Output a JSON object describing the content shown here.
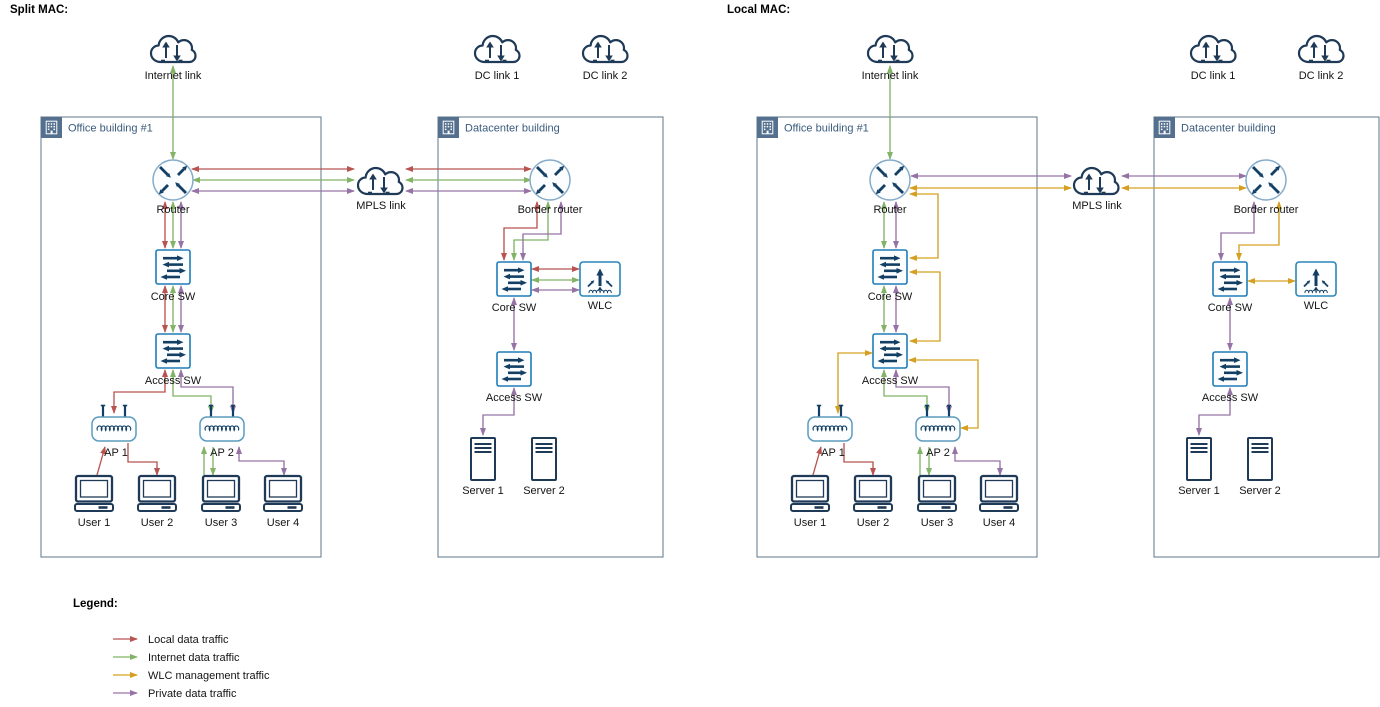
{
  "diagrams": [
    {
      "heading": "Split MAC:",
      "clouds": {
        "internet": "Internet link",
        "mpls": "MPLS link",
        "dc1": "DC link 1",
        "dc2": "DC link 2"
      },
      "office": {
        "title": "Office building #1",
        "router": "Router",
        "core_sw": "Core SW",
        "access_sw": "Access SW",
        "ap1": "AP 1",
        "ap2": "AP 2",
        "users": [
          "User 1",
          "User 2",
          "User 3",
          "User 4"
        ]
      },
      "datacenter": {
        "title": "Datacenter building",
        "border_router": "Border router",
        "core_sw": "Core SW",
        "wlc": "WLC",
        "access_sw": "Access SW",
        "servers": [
          "Server 1",
          "Server 2"
        ]
      }
    },
    {
      "heading": "Local MAC:",
      "clouds": {
        "internet": "Internet link",
        "mpls": "MPLS link",
        "dc1": "DC link 1",
        "dc2": "DC link 2"
      },
      "office": {
        "title": "Office building #1",
        "router": "Router",
        "core_sw": "Core SW",
        "access_sw": "Access SW",
        "ap1": "AP 1",
        "ap2": "AP 2",
        "users": [
          "User 1",
          "User 2",
          "User 3",
          "User 4"
        ]
      },
      "datacenter": {
        "title": "Datacenter building",
        "border_router": "Border router",
        "core_sw": "Core SW",
        "wlc": "WLC",
        "access_sw": "Access SW",
        "servers": [
          "Server 1",
          "Server 2"
        ]
      }
    }
  ],
  "legend": {
    "heading": "Legend:",
    "items": [
      {
        "label": "Local data traffic",
        "color": "#b85450"
      },
      {
        "label": "Internet data traffic",
        "color": "#82b366"
      },
      {
        "label": "WLC management traffic",
        "color": "#d5a021"
      },
      {
        "label": "Private data traffic",
        "color": "#9673a6"
      }
    ]
  }
}
